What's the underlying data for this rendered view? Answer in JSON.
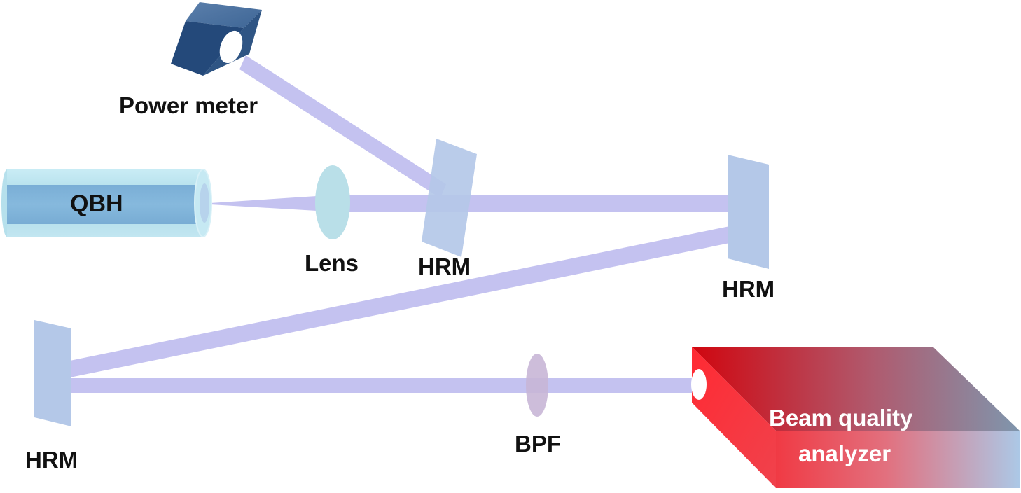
{
  "labels": {
    "power_meter": "Power meter",
    "qbh": "QBH",
    "lens": "Lens",
    "hrm_1": "HRM",
    "hrm_2": "HRM",
    "hrm_3": "HRM",
    "bpf": "BPF",
    "analyzer_line1": "Beam quality",
    "analyzer_line2": "analyzer"
  },
  "colors": {
    "beam": "#c4c2f0",
    "mirror": "#b4c8e8",
    "lens": "#b9dfe8",
    "bpf": "#c8b6d6",
    "qbh_outer": "#a8d8e6",
    "qbh_inner": "#7fb3d8",
    "power_meter": "#2f5584",
    "analyzer_red": "#e8101e"
  }
}
